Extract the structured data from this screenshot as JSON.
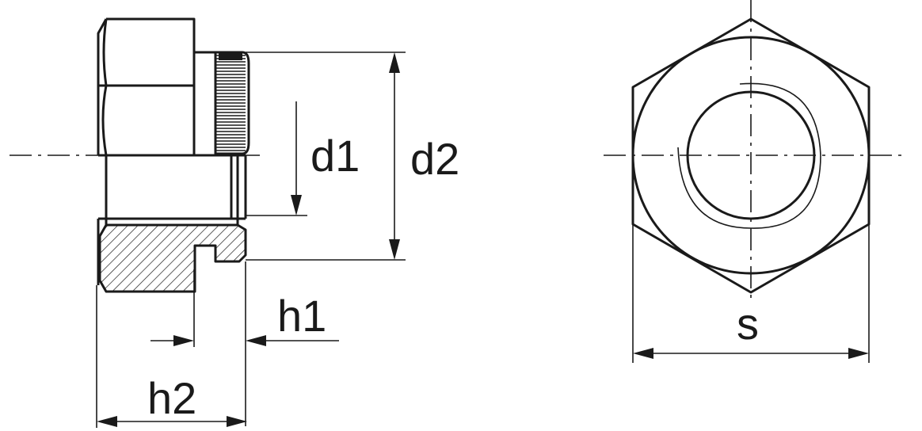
{
  "labels": {
    "d1": "d1",
    "d2": "d2",
    "h1": "h1",
    "h2": "h2",
    "s": "s"
  },
  "colors": {
    "line": "#1a1a1a",
    "background": "#ffffff"
  }
}
